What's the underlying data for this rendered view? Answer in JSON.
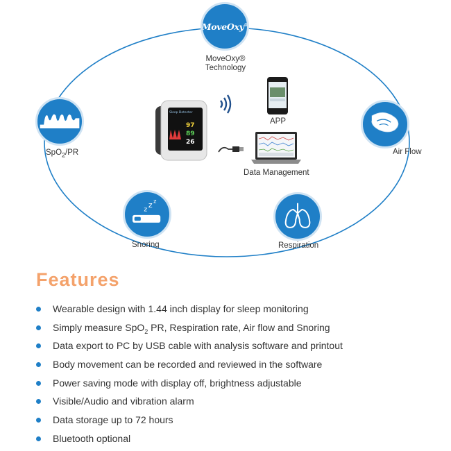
{
  "brand": {
    "logo_text": "MoveOxy",
    "logo_mark": "®"
  },
  "diagram": {
    "center_label_line1": "MoveOxy®",
    "center_label_line2": "Technology",
    "spo2_label_main": "SpO",
    "spo2_label_sub": "2",
    "spo2_label_tail": "/PR",
    "airflow_label": "Air Flow",
    "snoring_label": "Snoring",
    "respiration_label": "Respiration",
    "app_label": "APP",
    "data_management_label": "Data Management",
    "device_screen": {
      "top_text": "Sleep Detector",
      "value1": "97",
      "value2": "89",
      "value3": "26"
    },
    "accent_color": "#1f7fc7"
  },
  "features": {
    "title": "Features",
    "title_color": "#f4a26b",
    "items": [
      {
        "text": "Wearable design with 1.44 inch display for sleep monitoring"
      },
      {
        "pre": "Simply measure SpO",
        "sub": "2",
        "post": " PR, Respiration rate, Air flow and Snoring"
      },
      {
        "text": "Data export to PC by USB cable with analysis software and printout"
      },
      {
        "text": "Body movement can be recorded and reviewed in the software"
      },
      {
        "text": "Power saving mode with display off, brightness adjustable"
      },
      {
        "text": "Visible/Audio and vibration alarm"
      },
      {
        "text": "Data storage up to 72 hours"
      },
      {
        "text": "Bluetooth optional"
      }
    ]
  }
}
